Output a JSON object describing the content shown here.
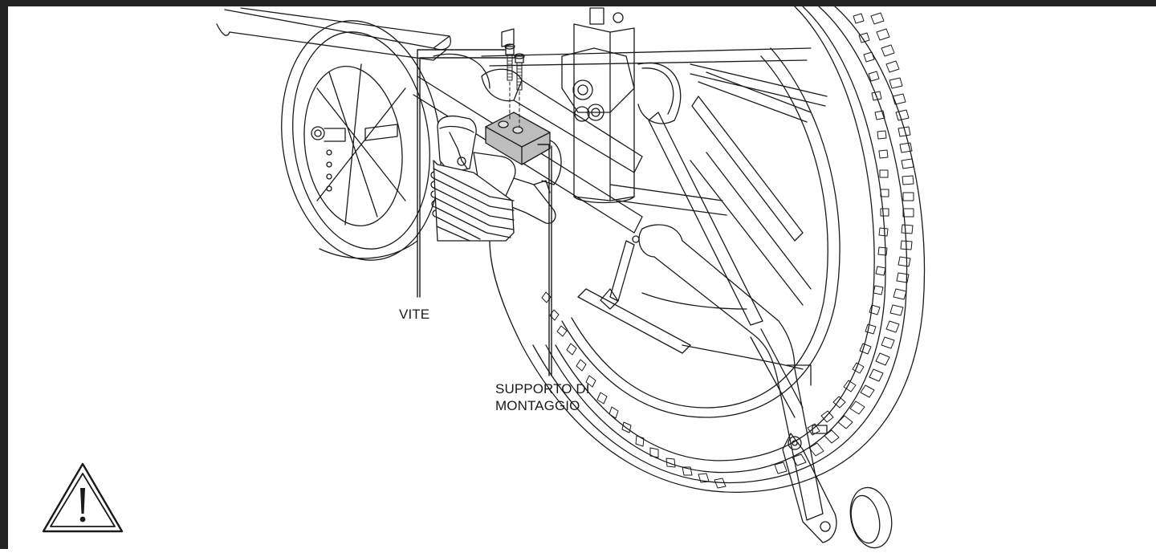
{
  "diagram": {
    "labels": {
      "screw": "VITE",
      "bracket_line1": "SUPPORTO DI",
      "bracket_line2": "MONTAGGIO"
    },
    "icons": {
      "warning": "warning-icon"
    },
    "colors": {
      "line": "#1a1a1a",
      "highlight": "#bdbdbd",
      "frame": "#222222",
      "background": "#ffffff"
    }
  }
}
